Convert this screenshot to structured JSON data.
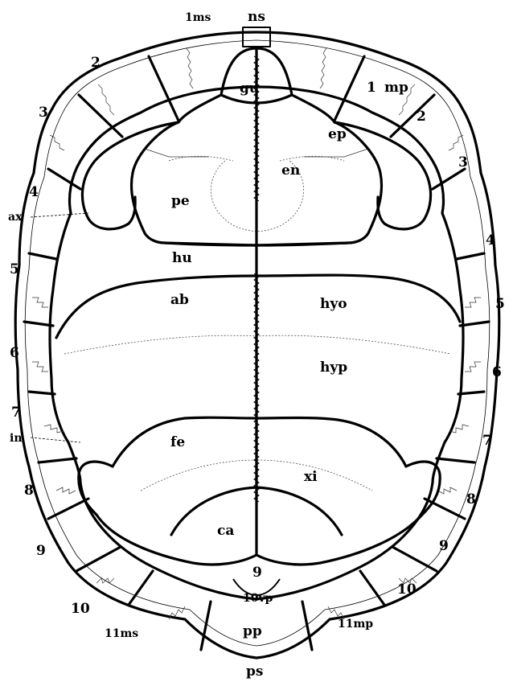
{
  "labels": {
    "ms1": "1ms",
    "ns": "ns",
    "mp1": "1",
    "mp": "mp",
    "left_2": "2",
    "left_3": "3",
    "left_4": "4",
    "ax": "ax",
    "left_5": "5",
    "left_6": "6",
    "left_7": "7",
    "in": "in",
    "left_8": "8",
    "left_9": "9",
    "left_10": "10",
    "ms11": "11ms",
    "right_2": "2",
    "right_3": "3",
    "right_4": "4",
    "right_5": "5",
    "right_6": "6",
    "right_7": "7",
    "right_8": "8",
    "right_9": "9",
    "right_10": "10",
    "mp11": "11mp",
    "gu": "gu",
    "ep": "ep",
    "en": "en",
    "pe": "pe",
    "hu": "hu",
    "ab": "ab",
    "hyo": "hyo",
    "hyp": "hyp",
    "fe": "fe",
    "xi": "xi",
    "ca": "ca",
    "nine": "9",
    "vp10": "10vp",
    "pp": "pp",
    "ps": "ps"
  }
}
